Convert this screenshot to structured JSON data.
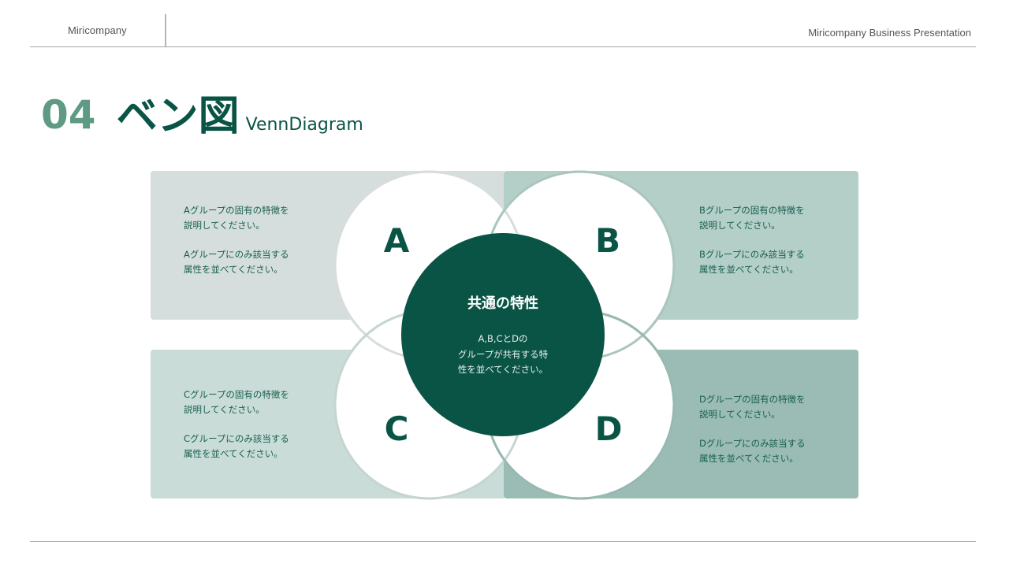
{
  "header": {
    "company": "Miricompany",
    "presentation_title": "Miricompany Business Presentation"
  },
  "title": {
    "number": "04",
    "jp": "ベン図",
    "en": "VennDiagram"
  },
  "colors": {
    "primary": "#0a5446",
    "accent_number": "#5f9a84",
    "panel_a": "#d5dedd",
    "panel_b": "#b4cec8",
    "panel_c": "#c9dcd8",
    "panel_d": "#9bbcb5",
    "circle_fill": "#ffffff",
    "center_fill": "#0a5446"
  },
  "groups": [
    {
      "letter": "A",
      "line1": "Aグループの固有の特徴を",
      "line2": "説明してください。",
      "line3": "Aグループにのみ該当する",
      "line4": "属性を並べてください。"
    },
    {
      "letter": "B",
      "line1": "Bグループの固有の特徴を",
      "line2": "説明してください。",
      "line3": "Bグループにのみ該当する",
      "line4": "属性を並べてください。"
    },
    {
      "letter": "C",
      "line1": "Cグループの固有の特徴を",
      "line2": "説明してください。",
      "line3": "Cグループにのみ該当する",
      "line4": "属性を並べてください。"
    },
    {
      "letter": "D",
      "line1": "Dグループの固有の特徴を",
      "line2": "説明してください。",
      "line3": "Dグループにのみ該当する",
      "line4": "属性を並べてください。"
    }
  ],
  "center": {
    "title": "共通の特性",
    "line1": "A,B,CとDの",
    "line2": "グループが共有する特",
    "line3": "性を並べてください。"
  }
}
